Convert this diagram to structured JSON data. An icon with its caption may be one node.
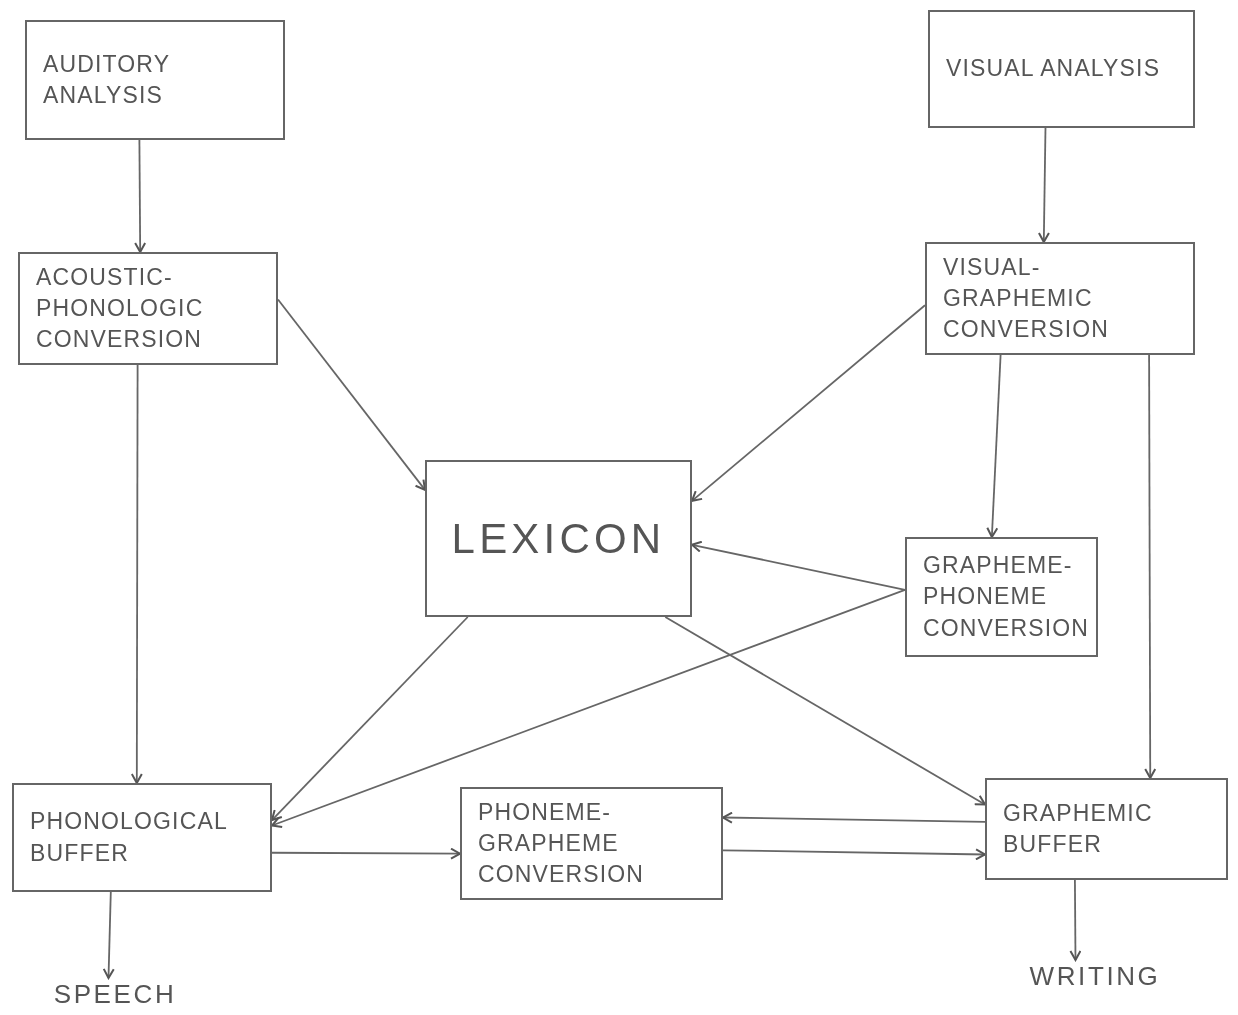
{
  "diagram": {
    "nodes": [
      {
        "text": [
          "AUDITORY ANALYSIS"
        ]
      },
      {
        "text": [
          "VISUAL ANALYSIS"
        ]
      },
      {
        "text": [
          "ACOUSTIC- PHONOLOGIC CONVERSION"
        ]
      },
      {
        "text": [
          "VISUAL- GRAPHEMIC CONVERSION"
        ]
      },
      {
        "text": [
          "LEXICON"
        ]
      },
      {
        "text": [
          "GRAPHEME- PHONEME CONVERSION"
        ]
      },
      {
        "text": [
          "PHONOLOGICAL BUFFER"
        ]
      },
      {
        "text": [
          "PHONEME- GRAPHEME CONVERSION"
        ]
      },
      {
        "text": [
          "GRAPHEMIC BUFFER"
        ]
      },
      {
        "text": [
          "SPEECH"
        ]
      },
      {
        "text": [
          "WRITING"
        ]
      }
    ],
    "edges": [
      {
        "from": 0,
        "to": 2,
        "arrow": "to"
      },
      {
        "from": 1,
        "to": 3,
        "arrow": "to"
      },
      {
        "from": 2,
        "to": 4,
        "arrow": "to"
      },
      {
        "from": 3,
        "to": 4,
        "arrow": "to"
      },
      {
        "from": 3,
        "to": 5,
        "arrow": "to"
      },
      {
        "from": 3,
        "to": 8,
        "arrow": "to"
      },
      {
        "from": 2,
        "to": 6,
        "arrow": "to"
      },
      {
        "from": 5,
        "to": 4,
        "arrow": "to"
      },
      {
        "from": 5,
        "to": 6,
        "arrow": "to"
      },
      {
        "from": 4,
        "to": 6,
        "arrow": "to"
      },
      {
        "from": 4,
        "to": 8,
        "arrow": "to"
      },
      {
        "from": 6,
        "to": 7,
        "arrow": "to"
      },
      {
        "from": 8,
        "to": 7,
        "arrow": "to"
      },
      {
        "from": 7,
        "to": 8,
        "arrow": "to"
      },
      {
        "from": 6,
        "to": 9,
        "arrow": "to"
      },
      {
        "from": 8,
        "to": 10,
        "arrow": "to"
      }
    ]
  }
}
